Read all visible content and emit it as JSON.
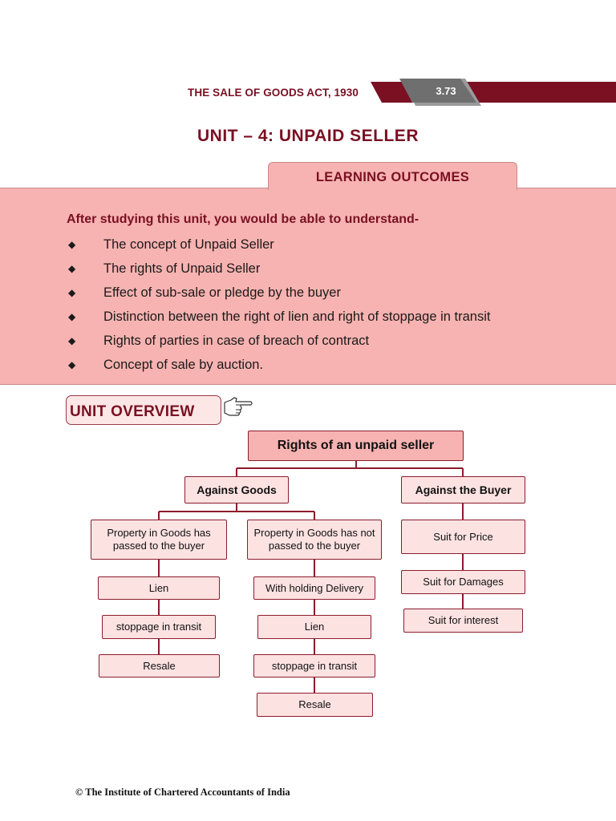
{
  "header": {
    "title": "THE SALE OF GOODS ACT, 1930",
    "page_number": "3.73",
    "colors": {
      "maroon": "#7a1022",
      "gray_tab": "#6f6f6f",
      "pink": "#f7b3b1"
    }
  },
  "unit_title": "UNIT – 4: UNPAID SELLER",
  "learning_outcomes": {
    "tab_label": "LEARNING OUTCOMES",
    "intro": "After studying this unit, you would be able to understand-",
    "bullet_glyph": "◆",
    "items": [
      "The concept of Unpaid Seller",
      "The rights of Unpaid Seller",
      "Effect of sub-sale or pledge by the buyer",
      "Distinction between the right of lien and right of stoppage in transit",
      "Rights of parties in case of breach of contract",
      "Concept of sale by auction."
    ]
  },
  "unit_overview": {
    "label": "UNIT OVERVIEW",
    "icon": "pointing-hand-icon"
  },
  "diagram": {
    "root": "Rights of an unpaid seller",
    "against_goods": "Against Goods",
    "against_buyer": "Against the Buyer",
    "property_passed": "Property in Goods has passed to the buyer",
    "property_not_passed": "Property in Goods has not passed to the buyer",
    "passed_items": [
      "Lien",
      "stoppage in transit",
      "Resale"
    ],
    "not_passed_items": [
      "With holding Delivery",
      "Lien",
      "stoppage in transit",
      "Resale"
    ],
    "buyer_items": [
      "Suit for Price",
      "Suit for Damages",
      "Suit for interest"
    ]
  },
  "footer": "© The Institute of Chartered Accountants of India"
}
